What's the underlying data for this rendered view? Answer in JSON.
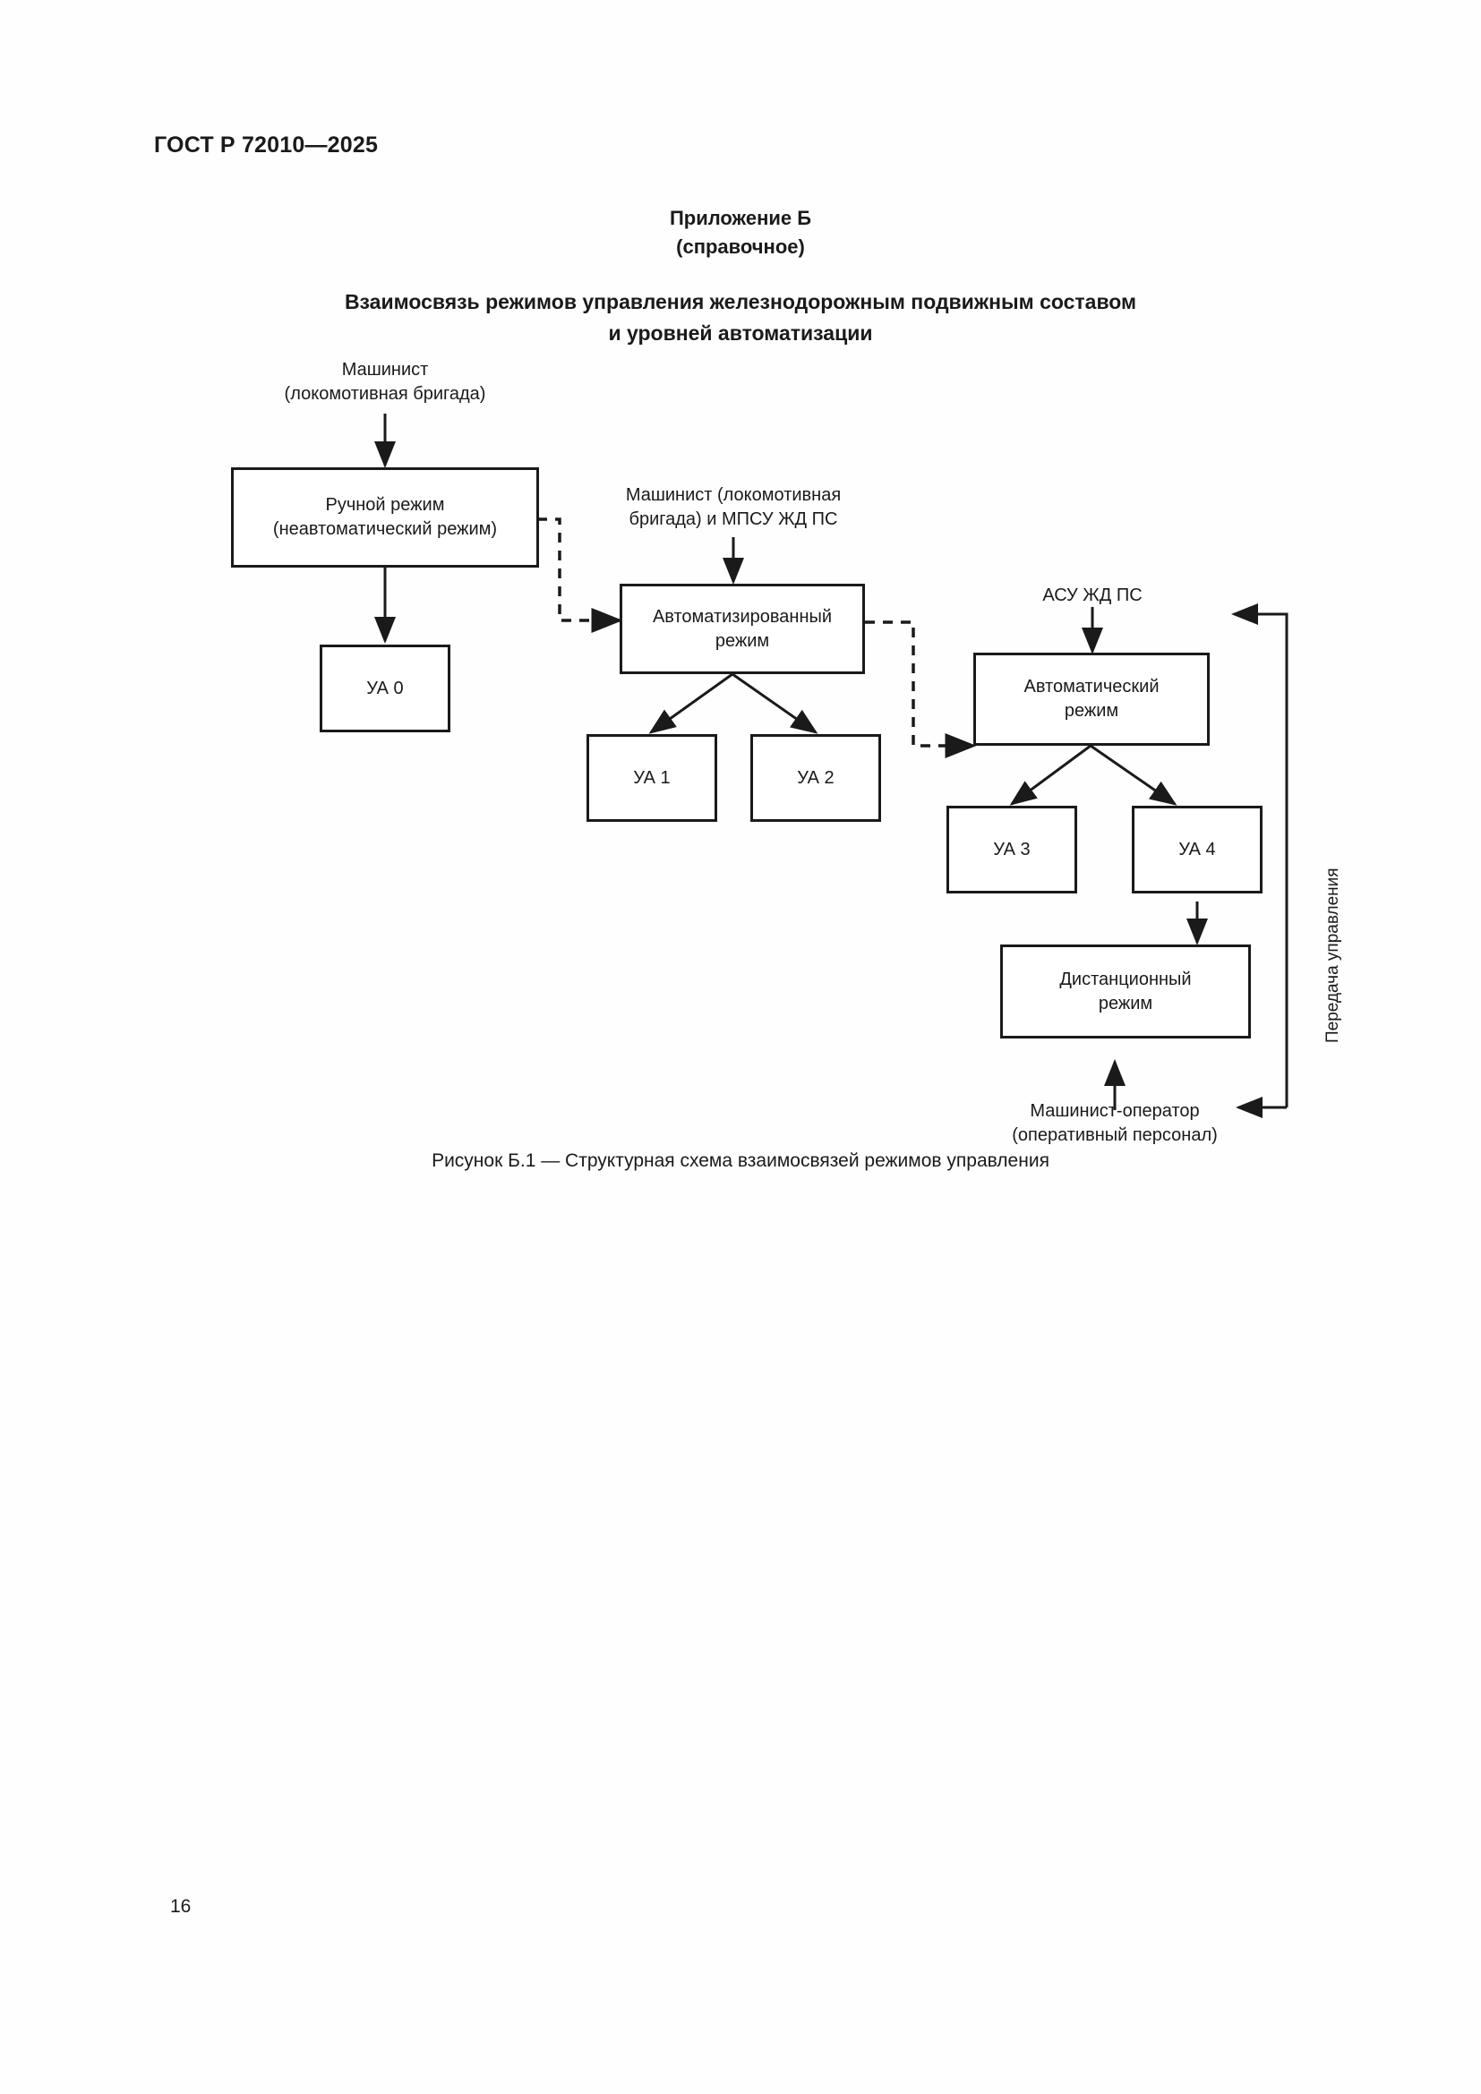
{
  "document": {
    "standard_header": "ГОСТ Р 72010—2025",
    "page_number": "16"
  },
  "appendix": {
    "title": "Приложение Б",
    "kind": "(справочное)",
    "heading_line1": "Взаимосвязь режимов управления железнодорожным подвижным составом",
    "heading_line2": "и уровней автоматизации"
  },
  "figure": {
    "caption": "Рисунок Б.1 — Структурная схема взаимосвязей режимов управления",
    "side_label": "Передача управления"
  },
  "diagram": {
    "actors": {
      "driver_line1": "Машинист",
      "driver_line2": "(локомотивная бригада)",
      "driver_mpsu_line1": "Машинист (локомотивная",
      "driver_mpsu_line2": "бригада) и МПСУ ЖД ПС",
      "asu": "АСУ ЖД ПС",
      "operator_line1": "Машинист-оператор",
      "operator_line2": "(оперативный персонал)"
    },
    "modes": {
      "manual_line1": "Ручной режим",
      "manual_line2": "(неавтоматический режим)",
      "automated_line1": "Автоматизированный",
      "automated_line2": "режим",
      "automatic_line1": "Автоматический",
      "automatic_line2": "режим",
      "remote_line1": "Дистанционный",
      "remote_line2": "режим"
    },
    "levels": {
      "ua0": "УА 0",
      "ua1": "УА 1",
      "ua2": "УА 2",
      "ua3": "УА 3",
      "ua4": "УА 4"
    }
  },
  "colors": {
    "ink": "#1a1a1a",
    "paper": "#ffffff"
  }
}
